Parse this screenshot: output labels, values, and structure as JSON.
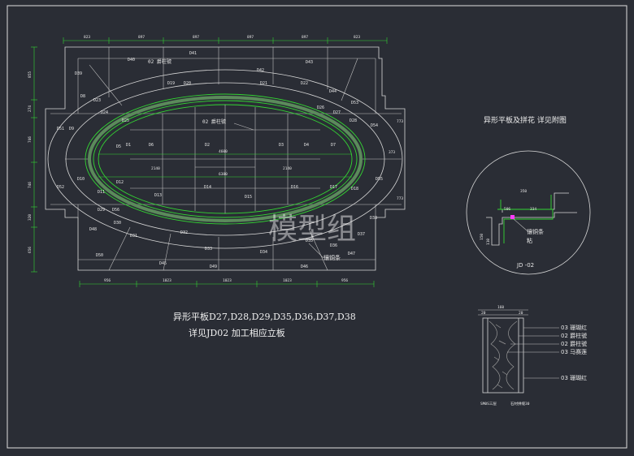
{
  "plan": {
    "top_dims": [
      "823",
      "897",
      "897",
      "897",
      "897",
      "823"
    ],
    "bottom_dims": [
      "956",
      "1023",
      "1023",
      "1023",
      "956"
    ],
    "left_dims": [
      "855",
      "274",
      "746",
      "746",
      "320",
      "656"
    ],
    "right_dims": [
      "773",
      "373",
      "773"
    ],
    "panel_codes": [
      "D40",
      "D41",
      "D42",
      "D43",
      "D39",
      "D44",
      "D1",
      "D5",
      "D6",
      "D2",
      "D3",
      "D4",
      "D7",
      "D8",
      "D9",
      "D10",
      "D11",
      "D12",
      "D13",
      "D14",
      "D15",
      "D16",
      "D17",
      "D18",
      "D19",
      "D20",
      "D21",
      "D22",
      "D23",
      "D24",
      "D25",
      "D26",
      "D27",
      "D28",
      "D29",
      "D30",
      "D31",
      "D32",
      "D33",
      "D34",
      "D35",
      "D36",
      "D37",
      "D38",
      "D45",
      "D46",
      "D47",
      "D48",
      "D49",
      "D50",
      "D51",
      "D52",
      "D53",
      "D54",
      "D55",
      "D56"
    ],
    "centre_dims": [
      "4600",
      "6380",
      "2140",
      "2140"
    ],
    "stone_label_top": "02 爵柱號",
    "stone_label_mid": "02 爵柱號",
    "copper_label": "镶铜条",
    "watermark": "模型组"
  },
  "caption": {
    "line1": "异形平板D27,D28,D29,D35,D36,D37,D38",
    "line2": "详见JD02    加工相应立板"
  },
  "detail": {
    "title": "异形平板及拼花 详见附图",
    "dims": [
      "350",
      "506",
      "334",
      "150",
      "110"
    ],
    "label_copper": "镶铜条",
    "label_glue": "粘",
    "name": "JD -02"
  },
  "section": {
    "top_dims": [
      "160",
      "20",
      "20"
    ],
    "layers": [
      "03 珊瑚红",
      "02 爵柱號",
      "02 爵柱號",
      "03 马赛莲",
      "03 珊瑚红"
    ],
    "foot_left": "SM0S三层",
    "foot_right": "石材拼缝30"
  },
  "colors": {
    "background": "#2a2d35",
    "line_white": "#d8d8d8",
    "line_green": "#33d633",
    "accent_magenta": "#ff3cff"
  }
}
